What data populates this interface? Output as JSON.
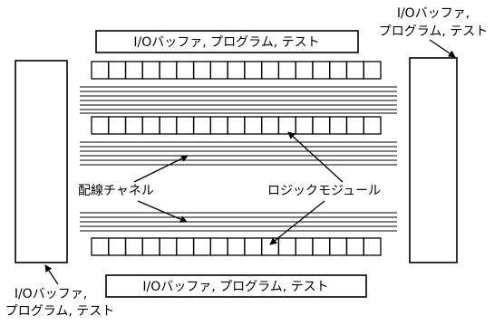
{
  "labels": {
    "top_box": "I/Oバッファ, プログラム, テスト",
    "bottom_box": "I/Oバッファ, プログラム, テスト",
    "top_right_line1": "I/Oバッファ,",
    "top_right_line2": "プログラム, テスト",
    "bottom_left_line1": "I/Oバッファ,",
    "bottom_left_line2": "プログラム, テスト",
    "routing_channel": "配線チャネル",
    "logic_module": "ロジックモジュール"
  },
  "module_rows": {
    "cells_per_row": 17,
    "row_count": 3
  }
}
